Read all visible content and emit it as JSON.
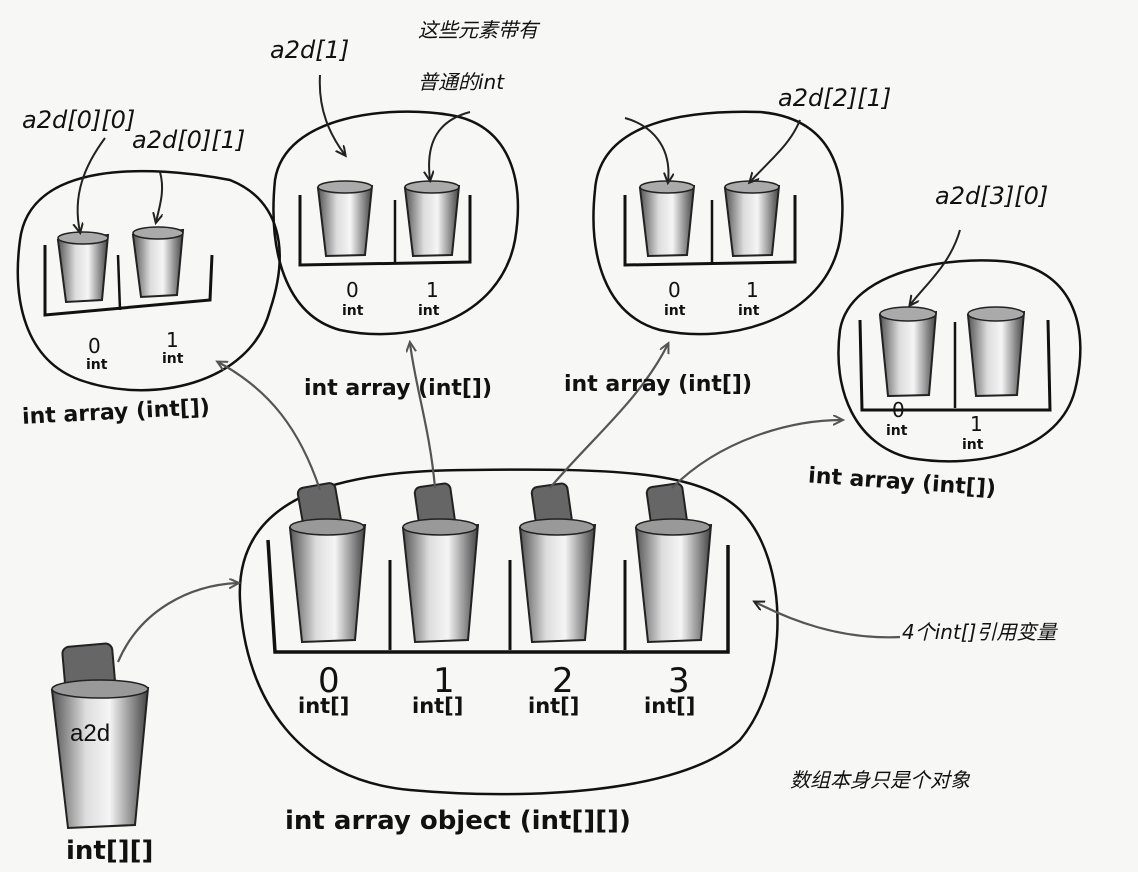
{
  "labels": {
    "a2d_0_0": "a2d[0][0]",
    "a2d_0_1": "a2d[0][1]",
    "a2d_1": "a2d[1]",
    "a2d_2_1": "a2d[2][1]",
    "a2d_3_0": "a2d[3][0]",
    "note_line1": "这些元素带有",
    "note_line2": "普通的int",
    "refs_note": "4个int[]引用变量",
    "object_note": "数组本身只是个对象"
  },
  "sub_arrays": [
    {
      "caption": "int array (int[])",
      "cells": [
        {
          "index": "0",
          "type": "int"
        },
        {
          "index": "1",
          "type": "int"
        }
      ]
    },
    {
      "caption": "int array (int[])",
      "cells": [
        {
          "index": "0",
          "type": "int"
        },
        {
          "index": "1",
          "type": "int"
        }
      ]
    },
    {
      "caption": "int array (int[])",
      "cells": [
        {
          "index": "0",
          "type": "int"
        },
        {
          "index": "1",
          "type": "int"
        }
      ]
    },
    {
      "caption": "int array (int[])",
      "cells": [
        {
          "index": "0",
          "type": "int"
        },
        {
          "index": "1",
          "type": "int"
        }
      ]
    }
  ],
  "main_array": {
    "caption": "int array object (int[][])",
    "cells": [
      {
        "index": "0",
        "type": "int[]"
      },
      {
        "index": "1",
        "type": "int[]"
      },
      {
        "index": "2",
        "type": "int[]"
      },
      {
        "index": "3",
        "type": "int[]"
      }
    ]
  },
  "variable": {
    "name": "a2d",
    "type": "int[][]"
  }
}
